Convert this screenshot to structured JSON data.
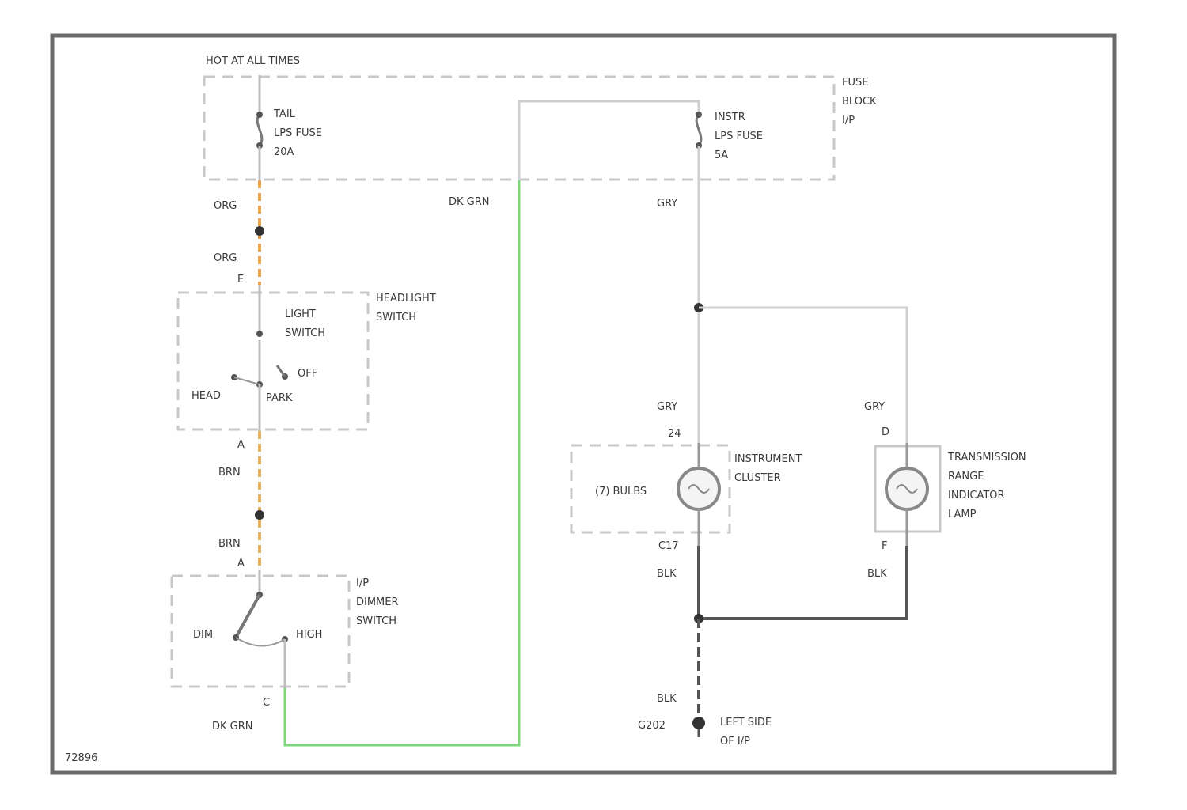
{
  "labels": {
    "hot": "HOT AT ALL TIMES",
    "fuse_block_1": "FUSE",
    "fuse_block_2": "BLOCK",
    "fuse_block_3": "I/P",
    "tail_fuse_1": "TAIL",
    "tail_fuse_2": "LPS FUSE",
    "tail_fuse_3": "20A",
    "instr_fuse_1": "INSTR",
    "instr_fuse_2": "LPS FUSE",
    "instr_fuse_3": "5A",
    "wire_org_1": "ORG",
    "wire_org_2": "ORG",
    "wire_dkgrn_top": "DK GRN",
    "wire_gry_top": "GRY",
    "conn_e": "E",
    "light_switch_1": "LIGHT",
    "light_switch_2": "SWITCH",
    "headlight_switch_1": "HEADLIGHT",
    "headlight_switch_2": "SWITCH",
    "sw_off": "OFF",
    "sw_head": "HEAD",
    "sw_park": "PARK",
    "conn_a1": "A",
    "wire_brn_1": "BRN",
    "wire_brn_2": "BRN",
    "conn_a2": "A",
    "dimmer_1": "I/P",
    "dimmer_2": "DIMMER",
    "dimmer_3": "SWITCH",
    "dim_label": "DIM",
    "high_label": "HIGH",
    "conn_c": "C",
    "wire_dkgrn_bottom": "DK GRN",
    "wire_gry_cluster": "GRY",
    "wire_gry_trans": "GRY",
    "conn_24": "24",
    "conn_d": "D",
    "cluster_bulbs": "(7) BULBS",
    "instrument_1": "INSTRUMENT",
    "instrument_2": "CLUSTER",
    "trans_1": "TRANSMISSION",
    "trans_2": "RANGE",
    "trans_3": "INDICATOR",
    "trans_4": "LAMP",
    "conn_c17": "C17",
    "conn_f": "F",
    "wire_blk_1": "BLK",
    "wire_blk_2": "BLK",
    "wire_blk_3": "BLK",
    "ground_id": "G202",
    "ground_1": "LEFT SIDE",
    "ground_2": "OF I/P",
    "figure_id": "72896"
  },
  "colors": {
    "frame": "#6b6b6b",
    "wire_org": "#f2a24a",
    "wire_brn": "#e8b25a",
    "wire_dkgrn": "#7dd87a",
    "wire_gry": "#cfcfcf",
    "wire_blk": "#555555",
    "dashed_box": "#c8c8c8",
    "text": "#3a3a3a"
  }
}
